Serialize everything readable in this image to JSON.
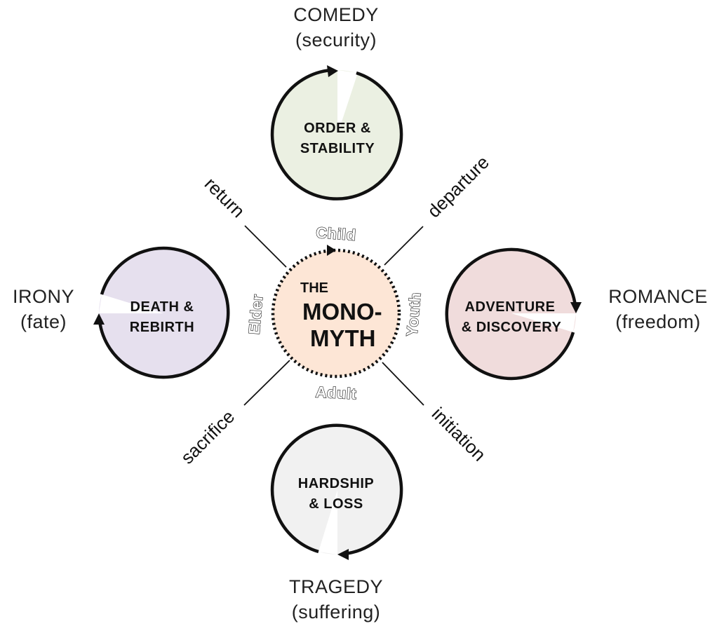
{
  "center": {
    "line1": "THE",
    "line2": "MONO-",
    "line3": "MYTH",
    "fill": "#fde6d6",
    "ages": {
      "top": "Child",
      "right": "Youth",
      "bottom": "Adult",
      "left": "Elder"
    }
  },
  "axes": {
    "departure": "departure",
    "initiation": "initiation",
    "sacrifice": "sacrifice",
    "return": "return"
  },
  "phases": {
    "top": {
      "line1": "ORDER &",
      "line2": "STABILITY",
      "genre": "COMEDY",
      "theme": "(security)",
      "fill": "#ebf0e2"
    },
    "right": {
      "line1": "ADVENTURE",
      "line2": "& DISCOVERY",
      "genre": "ROMANCE",
      "theme": "(freedom)",
      "fill": "#f0dcdc"
    },
    "bottom": {
      "line1": "HARDSHIP",
      "line2": "& LOSS",
      "genre": "TRAGEDY",
      "theme": "(suffering)",
      "fill": "#f1f1f1"
    },
    "left": {
      "line1": "DEATH &",
      "line2": "REBIRTH",
      "genre": "IRONY",
      "theme": "(fate)",
      "fill": "#e6e0ee"
    }
  }
}
